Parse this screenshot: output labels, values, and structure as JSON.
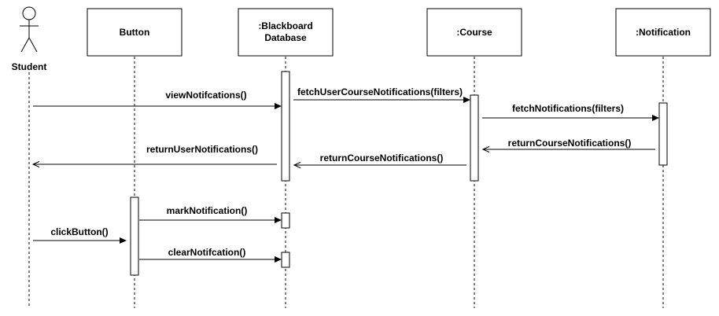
{
  "participants": {
    "student": "Student",
    "button": "Button",
    "database_line1": ":Blackboard",
    "database_line2": "Database",
    "course": ":Course",
    "notification": ":Notification"
  },
  "messages": {
    "view_notifications": "viewNotifcations()",
    "fetch_user_course_notifications": "fetchUserCourseNotifications(filters)",
    "fetch_notifications": "fetchNotifications(filters)",
    "return_course_notifications_1": "returnCourseNotifications()",
    "return_user_notifications": "returnUserNotifications()",
    "return_course_notifications_2": "returnCourseNotifications()",
    "mark_notification": "markNotification()",
    "click_button": "clickButton()",
    "clear_notification": "clearNotifcation()"
  }
}
